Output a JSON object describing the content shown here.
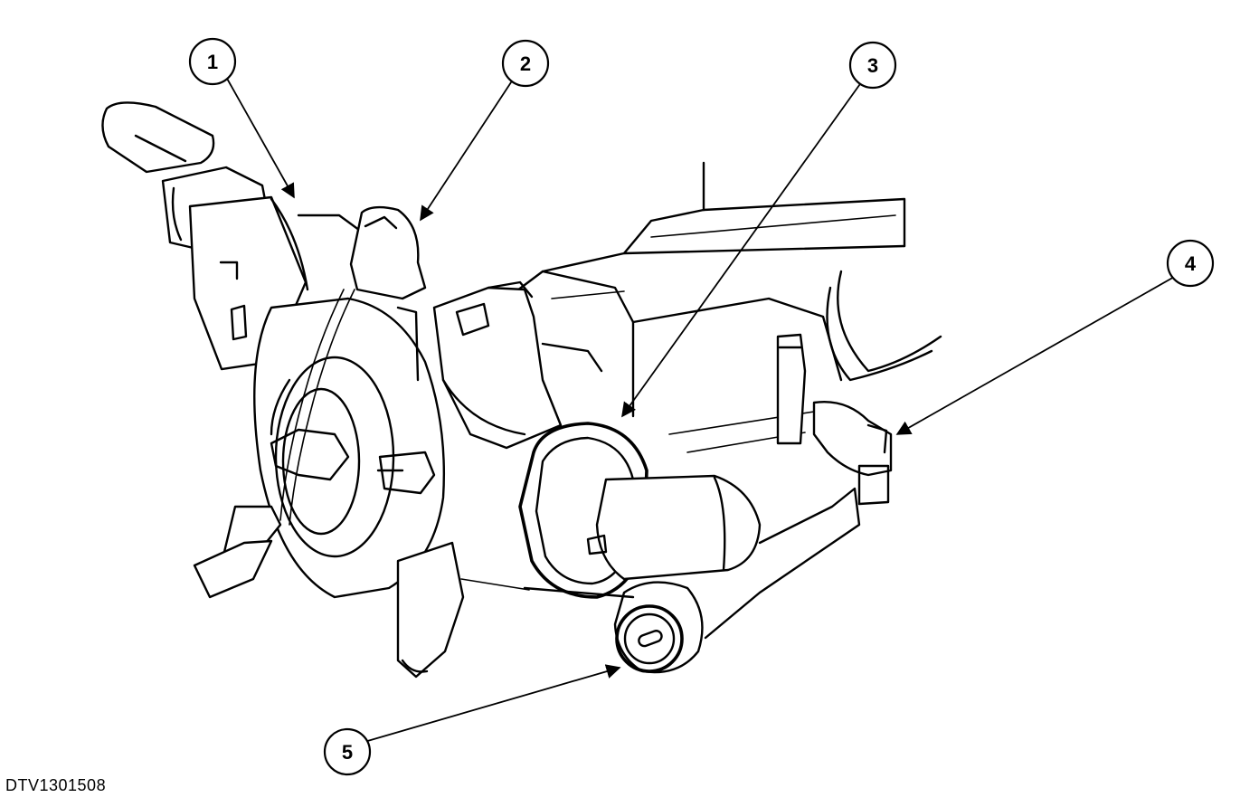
{
  "figure": {
    "code": "DTV1301508",
    "callouts": [
      {
        "id": 1,
        "label": "1"
      },
      {
        "id": 2,
        "label": "2"
      },
      {
        "id": 3,
        "label": "3"
      },
      {
        "id": 4,
        "label": "4"
      },
      {
        "id": 5,
        "label": "5"
      }
    ]
  }
}
